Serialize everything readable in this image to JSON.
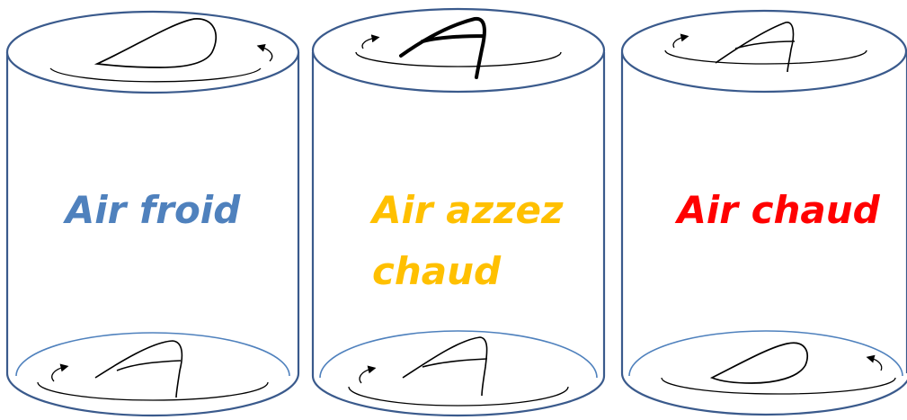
{
  "cylinders": [
    {
      "label_lines": [
        "Air froid"
      ],
      "label_color": "#4f81bd",
      "top_shape": "fin-icon",
      "bottom_shape": "letter-a-icon"
    },
    {
      "label_lines": [
        "Air azzez",
        "chaud"
      ],
      "label_color": "#ffc000",
      "top_shape": "letter-a-icon",
      "bottom_shape": "letter-a-icon"
    },
    {
      "label_lines": [
        "Air chaud"
      ],
      "label_color": "#ff0000",
      "top_shape": "letter-a-icon",
      "bottom_shape": "fin-icon"
    }
  ],
  "outline_color": "#3a5a8c",
  "inner_ellipse_color": "#4f81bd",
  "rotation_arrow_color": "#000000"
}
